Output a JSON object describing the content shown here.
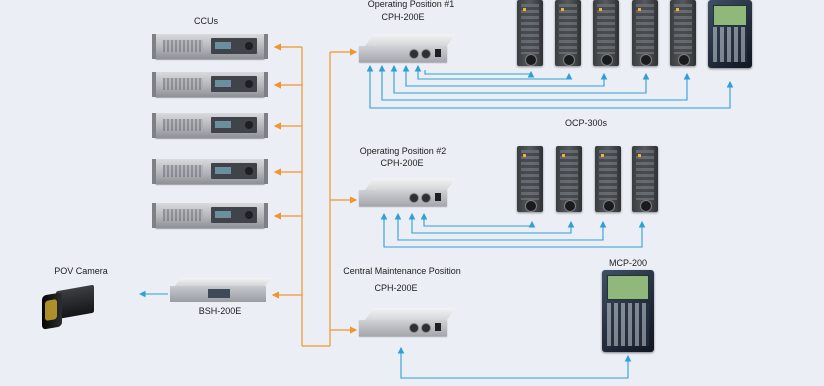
{
  "labels": {
    "ccus": "CCUs",
    "op1_title": "Operating Position #1",
    "op1_model": "CPH-200E",
    "op2_title": "Operating Position #2",
    "op2_model": "CPH-200E",
    "ocp": "OCP-300s",
    "cmp_title": "Central Maintenance Position",
    "cmp_model": "CPH-200E",
    "mcp": "MCP-200",
    "pov": "POV Camera",
    "bsh": "BSH-200E"
  },
  "colors": {
    "background": "#ebeef5",
    "ccu_link": "#f0962d",
    "panel_link": "#2ea0d6"
  },
  "icons": {
    "ccu": "rack-unit-icon",
    "cph": "cph-box-icon",
    "ocp": "ocp-panel-icon",
    "mcp": "mcp-panel-icon",
    "camera": "pov-camera-icon"
  }
}
